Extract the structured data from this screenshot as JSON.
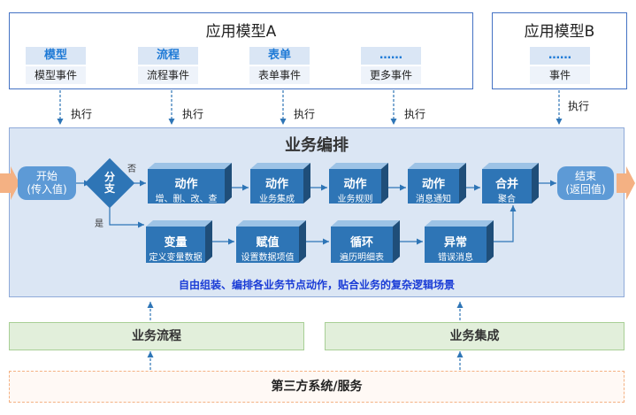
{
  "model_a": {
    "title": "应用模型A",
    "columns": [
      {
        "head": "模型",
        "event": "模型事件"
      },
      {
        "head": "流程",
        "event": "流程事件"
      },
      {
        "head": "表单",
        "event": "表单事件"
      },
      {
        "head": "……",
        "event": "更多事件"
      }
    ]
  },
  "model_b": {
    "title": "应用模型B",
    "columns": [
      {
        "head": "……",
        "event": "事件"
      }
    ]
  },
  "exec_label": "执行",
  "orchestration": {
    "title": "业务编排",
    "start": {
      "line1": "开始",
      "line2": "(传入值)"
    },
    "branch": {
      "line1": "分",
      "line2": "支",
      "no_label": "否",
      "yes_label": "是"
    },
    "top_nodes": [
      {
        "title": "动作",
        "sub": "增、删、改、查"
      },
      {
        "title": "动作",
        "sub": "业务集成"
      },
      {
        "title": "动作",
        "sub": "业务规则"
      },
      {
        "title": "动作",
        "sub": "消息通知"
      }
    ],
    "merge": {
      "title": "合并",
      "sub": "聚合"
    },
    "end": {
      "line1": "结束",
      "line2": "(返回值)"
    },
    "bottom_nodes": [
      {
        "title": "变量",
        "sub": "定义变量数据"
      },
      {
        "title": "赋值",
        "sub": "设置数据项值"
      },
      {
        "title": "循环",
        "sub": "遍历明细表"
      },
      {
        "title": "异常",
        "sub": "错误消息"
      }
    ],
    "slogan": "自由组装、编排各业务节点动作，贴合业务的复杂逻辑场景"
  },
  "bottom": {
    "flow": "业务流程",
    "integration": "业务集成",
    "third_party": "第三方系统/服务"
  },
  "colors": {
    "node_front": "#2e75b6",
    "node_top": "#9dc3e6",
    "node_side": "#1f4e79",
    "pill": "#5d9ad6",
    "outer_arrow": "#f4b183"
  }
}
